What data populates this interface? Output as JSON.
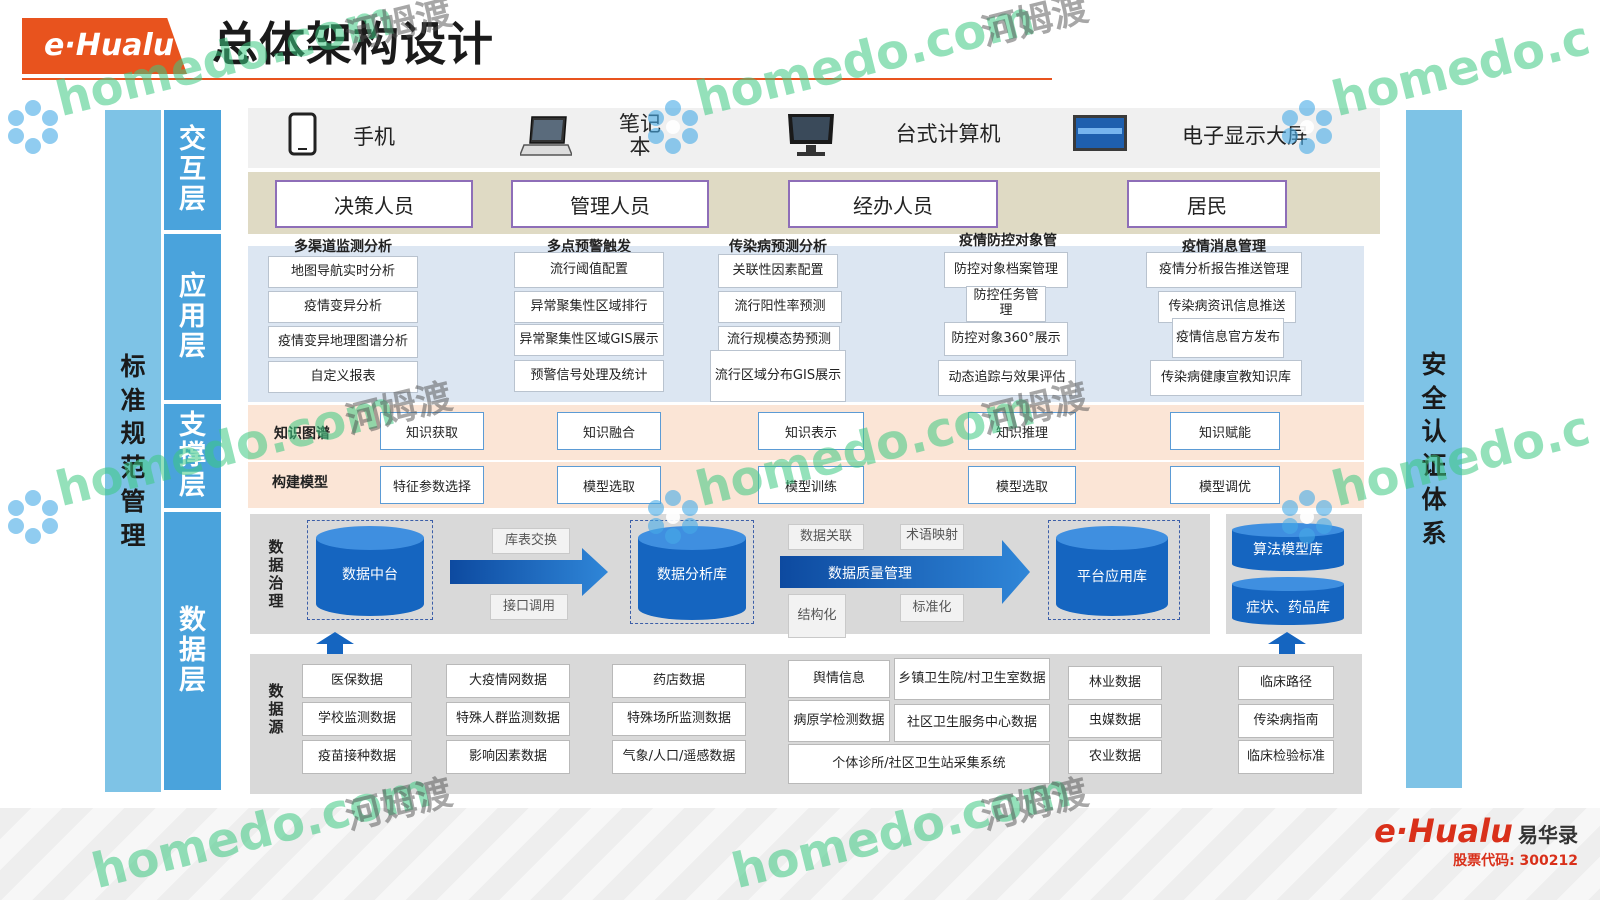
{
  "header": {
    "logo": "e·Hualu",
    "title": "总体架构设计"
  },
  "side_left": "标准规范管理",
  "side_right": "安全认证体系",
  "layers": {
    "interaction": "交互层",
    "application": "应用层",
    "support": "支撑层",
    "data": "数据层"
  },
  "devices": [
    {
      "icon": "phone-icon",
      "label": "手机"
    },
    {
      "icon": "laptop-icon",
      "label": "笔记本"
    },
    {
      "icon": "desktop-monitor-icon",
      "label": "台式计算机"
    },
    {
      "icon": "display-screen-icon",
      "label": "电子显示大屏"
    }
  ],
  "roles": [
    "决策人员",
    "管理人员",
    "经办人员",
    "居民"
  ],
  "app_groups": [
    {
      "title": "多渠道监测分析",
      "items": [
        "地图导航实时分析",
        "疫情变异分析",
        "疫情变异地理图谱分析",
        "自定义报表"
      ]
    },
    {
      "title": "多点预警触发",
      "items": [
        "流行阈值配置",
        "异常聚集性区域排行",
        "异常聚集性区域GIS展示",
        "预警信号处理及统计"
      ]
    },
    {
      "title": "传染病预测分析",
      "items": [
        "关联性因素配置",
        "流行阳性率预测",
        "流行规模态势预测",
        "流行区域分布GIS展示"
      ]
    },
    {
      "title": "疫情防控对象管",
      "items": [
        "防控对象档案管理",
        "防控任务管理",
        "防控对象360°展示",
        "动态追踪与效果评估"
      ]
    },
    {
      "title": "疫情消息管理",
      "items": [
        "疫情分析报告推送管理",
        "传染病资讯信息推送",
        "疫情信息官方发布",
        "传染病健康宣教知识库"
      ]
    }
  ],
  "support": {
    "knowledge_label": "知识图谱",
    "knowledge_items": [
      "知识获取",
      "知识融合",
      "知识表示",
      "知识推理",
      "知识赋能"
    ],
    "model_label": "构建模型",
    "model_items": [
      "特征参数选择",
      "模型选取",
      "模型训练",
      "模型选取",
      "模型调优"
    ]
  },
  "governance": {
    "label": "数据治理",
    "cylinders": [
      "数据中台",
      "数据分析库",
      "平台应用库"
    ],
    "chips_a": [
      "库表交换",
      "接口调用"
    ],
    "chips_b": [
      "数据关联",
      "术语映射",
      "结构化",
      "标准化"
    ],
    "arrow_label": "数据质量管理",
    "libs": [
      "算法模型库",
      "症状、药品库"
    ]
  },
  "sources": {
    "label": "数据源",
    "col1": [
      "医保数据",
      "学校监测数据",
      "疫苗接种数据"
    ],
    "col2": [
      "大疫情网数据",
      "特殊人群监测数据",
      "影响因素数据"
    ],
    "col3": [
      "药店数据",
      "特殊场所监测数据",
      "气象/人口/遥感数据"
    ],
    "col4a": [
      "舆情信息",
      "病原学检测数据"
    ],
    "col4b": [
      "乡镇卫生院/村卫生室数据",
      "社区卫生服务中心数据"
    ],
    "col4c": "个体诊所/社区卫生站采集系统",
    "col5": [
      "林业数据",
      "虫媒数据",
      "农业数据"
    ],
    "col6": [
      "临床路径",
      "传染病指南",
      "临床检验标准"
    ]
  },
  "watermark": {
    "en": "homedo.com",
    "cn": "河姆渡"
  },
  "footer": {
    "brand": "e·Hualu",
    "brand_cn": "易华录",
    "stock": "股票代码: 300212"
  },
  "colors": {
    "accent": "#e8531e",
    "layer_blue": "#4aa3dc",
    "side_blue": "#7ec3e6",
    "role_border": "#8e6eb8",
    "cylinder": "#1565c0"
  }
}
